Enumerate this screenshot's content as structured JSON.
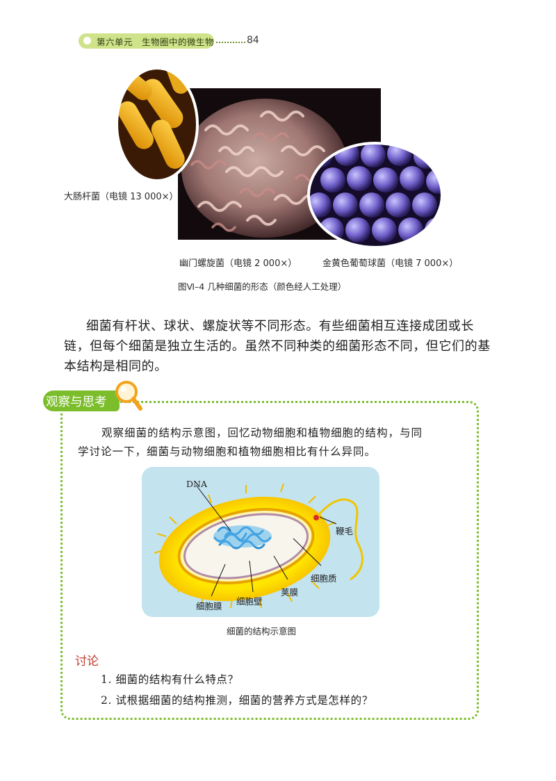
{
  "header": {
    "chapter": "第六单元　生物圈中的微生物",
    "page_number": "84",
    "colors": {
      "pill": "#cfe38a",
      "accent": "#7cbd2b"
    }
  },
  "figure": {
    "labels": {
      "ecoli": "大肠杆菌（电镜  13 000×）",
      "helicobacter": "幽门螺旋菌（电镜  2 000×）",
      "staph": "金黄色葡萄球菌（电镜  7 000×）"
    },
    "caption": "图Ⅵ–4   几种细菌的形态（颜色经人工处理）"
  },
  "body": {
    "paragraph_lines": [
      "细菌有杆状、球状、螺旋状等不同形态。有些细菌相互连接成团或长",
      "链，但每个细菌是独立生活的。虽然不同种类的细菌形态不同，但它们的基",
      "本结构是相同的。"
    ]
  },
  "observe": {
    "title": "观察与思考",
    "text_lines": [
      "观察细菌的结构示意图，回忆动物细胞和植物细胞的结构，与同",
      "学讨论一下，细菌与动物细胞和植物细胞相比有什么异同。"
    ],
    "diagram": {
      "labels": {
        "dna": "DNA",
        "flagellum": "鞭毛",
        "cytoplasm": "细胞质",
        "capsule": "荚膜",
        "cell_wall": "细胞壁",
        "cell_membrane": "细胞膜"
      },
      "caption": "细菌的结构示意图"
    },
    "discussion": {
      "heading": "讨论",
      "questions": [
        "1. 细菌的结构有什么特点？",
        "2. 试根据细菌的结构推测，细菌的营养方式是怎样的？"
      ]
    }
  }
}
